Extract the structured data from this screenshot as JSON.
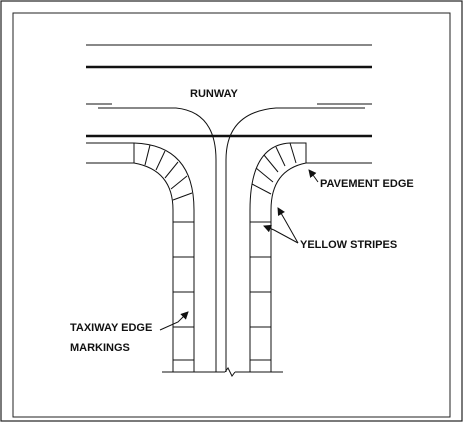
{
  "labels": {
    "runway": "RUNWAY",
    "pavement_edge": "PAVEMENT EDGE",
    "yellow_stripes": "YELLOW STRIPES",
    "taxiway_edge_line1": "TAXIWAY EDGE",
    "taxiway_edge_line2": "MARKINGS"
  }
}
